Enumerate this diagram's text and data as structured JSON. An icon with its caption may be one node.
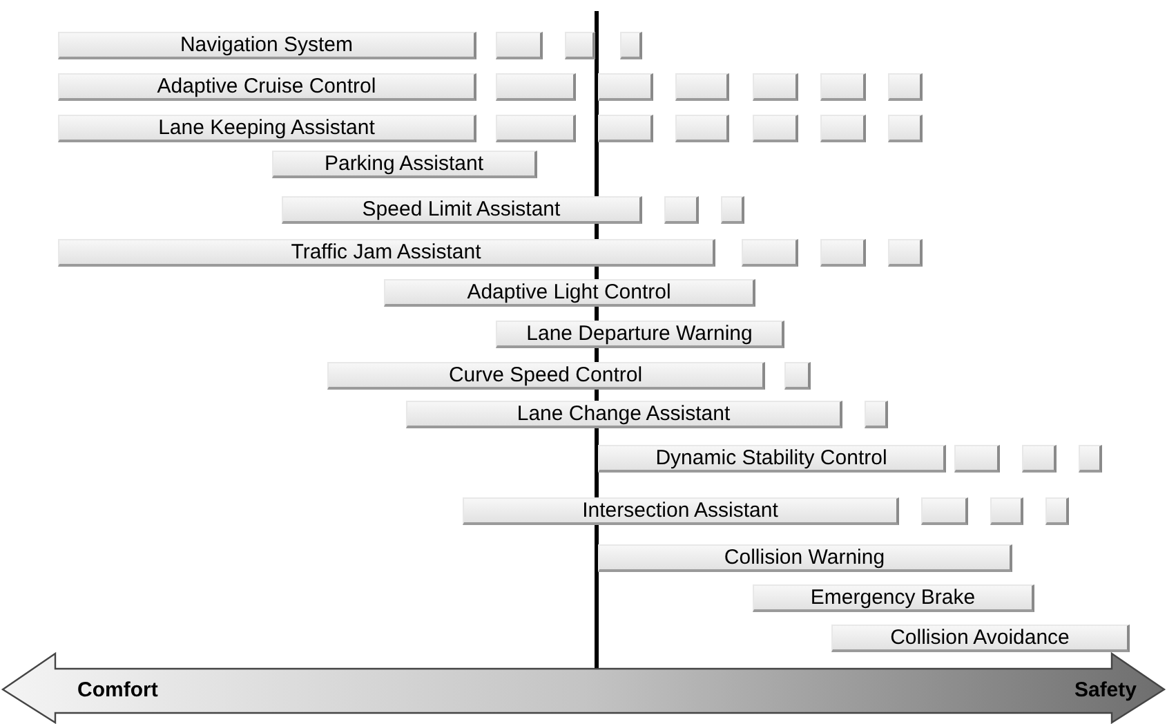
{
  "diagram": {
    "nodes": [
      {
        "text": [
          "Navigation System"
        ]
      },
      {
        "text": [],
        "shape": "box"
      },
      {
        "text": [],
        "shape": "box"
      },
      {
        "text": [],
        "shape": "box"
      },
      {
        "text": [
          "Adaptive Cruise Control"
        ]
      },
      {
        "text": [],
        "shape": "box"
      },
      {
        "text": [],
        "shape": "box"
      },
      {
        "text": [],
        "shape": "box"
      },
      {
        "text": [],
        "shape": "box"
      },
      {
        "text": [],
        "shape": "box"
      },
      {
        "text": [],
        "shape": "box"
      },
      {
        "text": [
          "Lane Keeping Assistant"
        ]
      },
      {
        "text": [],
        "shape": "box"
      },
      {
        "text": [],
        "shape": "box"
      },
      {
        "text": [],
        "shape": "box"
      },
      {
        "text": [],
        "shape": "box"
      },
      {
        "text": [],
        "shape": "box"
      },
      {
        "text": [],
        "shape": "box"
      },
      {
        "text": [
          "Parking Assistant"
        ]
      },
      {
        "text": [
          "Speed Limit Assistant"
        ]
      },
      {
        "text": [],
        "shape": "box"
      },
      {
        "text": [],
        "shape": "box"
      },
      {
        "text": [
          "Traffic Jam Assistant"
        ]
      },
      {
        "text": [],
        "shape": "box"
      },
      {
        "text": [],
        "shape": "box"
      },
      {
        "text": [],
        "shape": "box"
      },
      {
        "text": [
          "Adaptive Light Control"
        ]
      },
      {
        "text": [
          "Lane Departure Warning"
        ]
      },
      {
        "text": [
          "Curve Speed Control"
        ]
      },
      {
        "text": [],
        "shape": "box"
      },
      {
        "text": [
          "Lane Change Assistant"
        ]
      },
      {
        "text": [],
        "shape": "box"
      },
      {
        "text": [
          "Dynamic Stability Control"
        ]
      },
      {
        "text": [],
        "shape": "box"
      },
      {
        "text": [],
        "shape": "box"
      },
      {
        "text": [],
        "shape": "box"
      },
      {
        "text": [
          "Intersection Assistant"
        ]
      },
      {
        "text": [],
        "shape": "box"
      },
      {
        "text": [],
        "shape": "box"
      },
      {
        "text": [],
        "shape": "box"
      },
      {
        "text": [
          "Collision Warning"
        ]
      },
      {
        "text": [
          "Emergency Brake"
        ]
      },
      {
        "text": [
          "Collision Avoidance"
        ]
      }
    ],
    "labels": [
      "Comfort",
      "Safety"
    ]
  }
}
